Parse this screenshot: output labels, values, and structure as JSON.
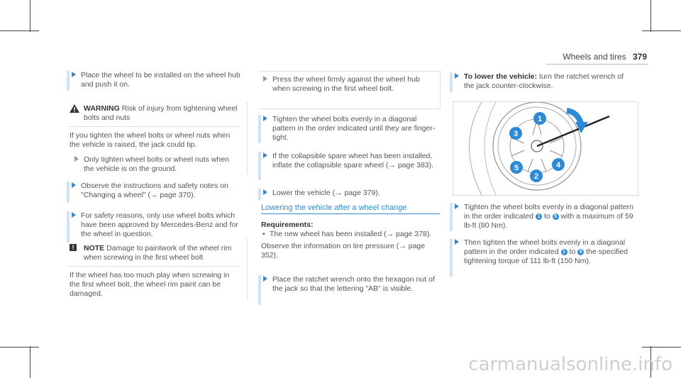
{
  "header": {
    "section": "Wheels and tires",
    "page": "379"
  },
  "col1": {
    "step1": "Place the wheel to be installed on the wheel hub and push it on.",
    "warning": {
      "title": "WARNING",
      "lead": "Risk of injury from tightening wheel bolts and nuts",
      "body": "If you tighten the wheel bolts or wheel nuts when the vehicle is raised, the jack could tip.",
      "step": "Only tighten wheel bolts or wheel nuts when the vehicle is on the ground."
    },
    "step2": "Observe the instructions and safety notes on \"Changing a wheel\" (→ page 370).",
    "step3": "For safety reasons, only use wheel bolts which have been approved by Mercedes-Benz and for the wheel in question.",
    "note": {
      "title": "NOTE",
      "lead": "Damage to paintwork of the wheel rim when screwing in the first wheel bolt",
      "body": "If the wheel has too much play when screwing in the first wheel bolt, the wheel rim paint can be damaged."
    }
  },
  "col2": {
    "box_step": "Press the wheel firmly against the wheel hub when screwing in the first wheel bolt.",
    "step1": "Tighten the wheel bolts evenly in a diagonal pattern in the order indicated until they are finger-tight.",
    "step2": "If the collapsible spare wheel has been installed, inflate the collapsible spare wheel (→ page 383).",
    "step3": "Lower the vehicle (→ page 379).",
    "heading": "Lowering the vehicle after a wheel change",
    "req_title": "Requirements:",
    "req_item": "The new wheel has been installed (→ page 378).",
    "observe": "Observe the information on tire pressure (→ page 352).",
    "step4": "Place the ratchet wrench onto the hexagon nut of the jack so that the lettering \"AB\" is visible."
  },
  "col3": {
    "step1_bold": "To lower the vehicle:",
    "step1": "turn the ratchet wrench of the jack counter-clockwise.",
    "step2a": "Tighten the wheel bolts evenly in a diagonal pattern in the order indicated",
    "step2b": "to",
    "step2c": "with a maximum of 59 lb-ft (80 Nm).",
    "step3a": "Then tighten the wheel bolts evenly in a diagonal pattern in the order indicated",
    "step3b": "to",
    "step3c": "the specified tightening torque of 111 lb-ft (150 Nm).",
    "num1": "1",
    "num5": "5",
    "figure_labels": [
      "1",
      "2",
      "3",
      "4",
      "5"
    ]
  },
  "watermark": "carmanualsonline.info",
  "colors": {
    "accent": "#2d8ad7",
    "bar": "#cfe3f5"
  }
}
